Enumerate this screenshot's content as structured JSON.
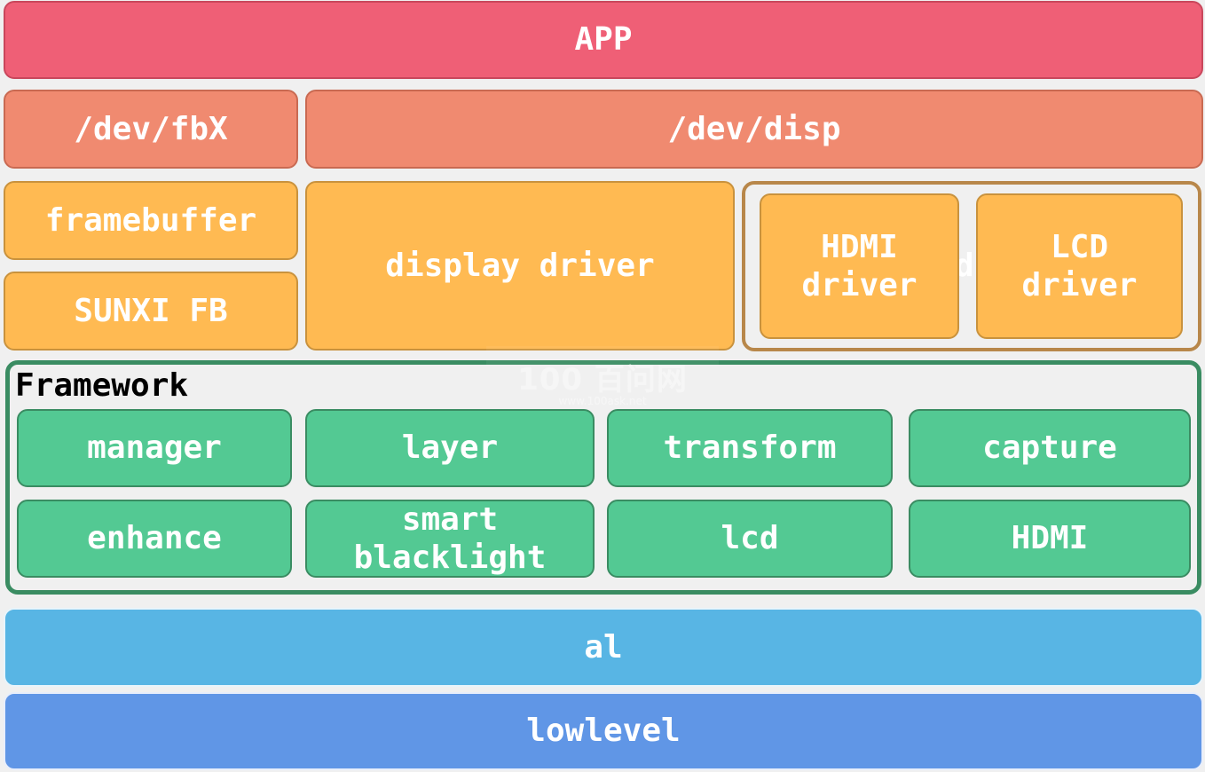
{
  "layers": {
    "app": "APP",
    "dev_fb": "/dev/fbX",
    "dev_disp": "/dev/disp",
    "framebuffer": "framebuffer",
    "sunxi_fb": "SUNXI FB",
    "display_driver": "display driver",
    "device_driver_group": {
      "hidden_text": "d",
      "hdmi_driver": "HDMI\ndriver",
      "lcd_driver": "LCD\ndriver"
    },
    "framework": {
      "title": "Framework",
      "modules": [
        "manager",
        "layer",
        "transform",
        "capture",
        "enhance",
        "smart\nblacklight",
        "lcd",
        "HDMI"
      ]
    },
    "al": "al",
    "lowlevel": "lowlevel"
  },
  "watermark": {
    "text": "100 百问网",
    "url": "www.100ask.net"
  },
  "colors": {
    "app": "#ef5f76",
    "dev": "#f08a70",
    "driver": "#ffba52",
    "framework_module": "#53c993",
    "framework_border": "#3a8c62",
    "al": "#58b5e4",
    "lowlevel": "#6096e6",
    "background": "#f0f0f0"
  }
}
